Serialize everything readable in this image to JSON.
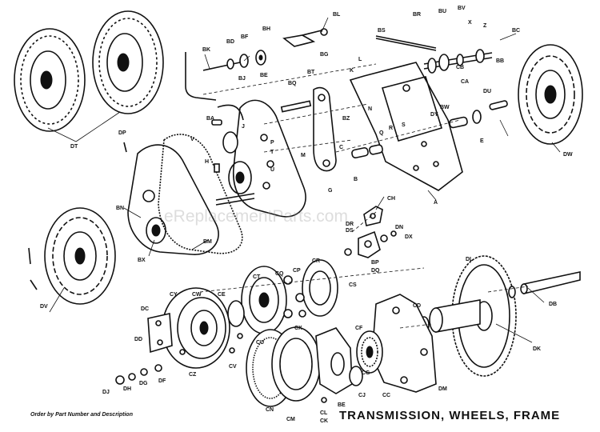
{
  "title": "TRANSMISSION, WHEELS, FRAME",
  "order_note": "Order by Part Number and Description",
  "watermark": "eReplacementParts.com",
  "callouts": [
    "BL",
    "BR",
    "BU",
    "BV",
    "X",
    "Z",
    "BC",
    "BS",
    "BK",
    "BD",
    "BF",
    "BH",
    "BG",
    "BB",
    "BJ",
    "BE",
    "BQ",
    "BT",
    "L",
    "K",
    "BZ",
    "CB",
    "CA",
    "DU",
    "BW",
    "DY",
    "DW",
    "DT",
    "DP",
    "BA",
    "V",
    "P",
    "T",
    "M",
    "N",
    "U",
    "Q",
    "R",
    "S",
    "C",
    "E",
    "B",
    "H",
    "G",
    "J",
    "CH",
    "A",
    "BN",
    "BM",
    "BX",
    "DS",
    "DR",
    "DN",
    "DX",
    "BP",
    "DQ",
    "DL",
    "DK",
    "DB",
    "DV",
    "CY",
    "CW",
    "CE",
    "CT",
    "CQ",
    "CP",
    "CR",
    "CS",
    "CD",
    "DC",
    "DD",
    "CX",
    "CV",
    "CU",
    "CF",
    "CG",
    "DM",
    "CC",
    "CZ",
    "DJ",
    "DH",
    "DG",
    "DF",
    "CN",
    "CM",
    "CL",
    "CK",
    "BE",
    "CJ"
  ]
}
